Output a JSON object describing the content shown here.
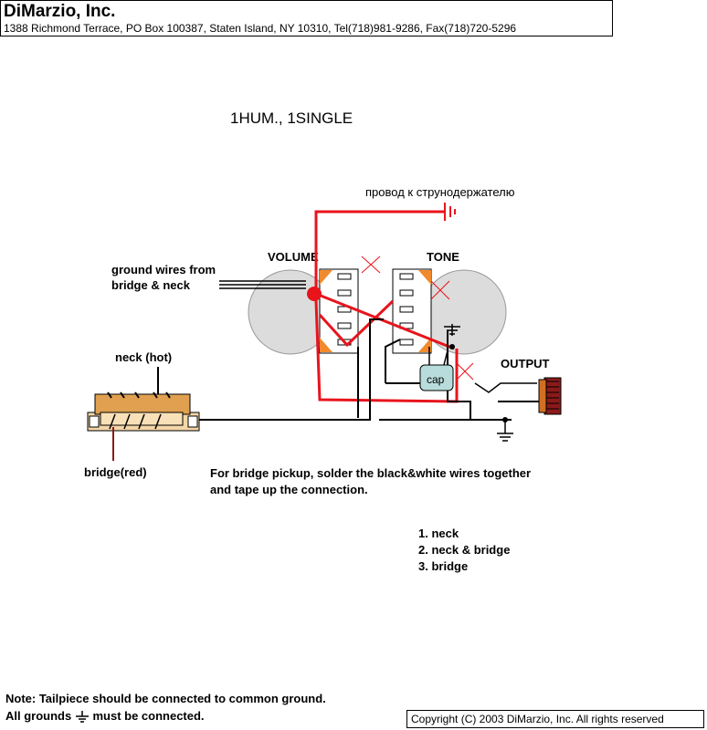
{
  "header": {
    "company": "DiMarzio, Inc.",
    "address": "1388 Richmond Terrace, PO Box 100387, Staten Island, NY 10310, Tel(718)981-9286, Fax(718)720-5296"
  },
  "diagram": {
    "title": "1HUM., 1SINGLE",
    "tailpiece_label": "провод к струнодержателю",
    "volume_label": "VOLUME",
    "tone_label": "TONE",
    "output_label": "OUTPUT",
    "ground_wires_label_1": "ground wires from",
    "ground_wires_label_2": "bridge & neck",
    "neck_label": "neck (hot)",
    "bridge_label": "bridge(red)",
    "cap_label": "cap",
    "instruction_1": "For bridge pickup, solder the black&white wires together",
    "instruction_2": "and tape up the connection.",
    "positions": [
      "1. neck",
      "2. neck & bridge",
      "3. bridge"
    ]
  },
  "note": {
    "line1": "Note: Tailpiece should be connected to common ground.",
    "line2_before": "All grounds",
    "line2_after": "must be connected."
  },
  "copyright": "Copyright (C) 2003 DiMarzio, Inc. All rights reserved",
  "colors": {
    "red_wire": "#e8141c",
    "pot_fill": "#dcdcdc",
    "lug_orange": "#f08a2c",
    "cap_fill": "#b8dcdc",
    "switch_orange": "#e0a050",
    "dark_red": "#8b1a1a"
  }
}
